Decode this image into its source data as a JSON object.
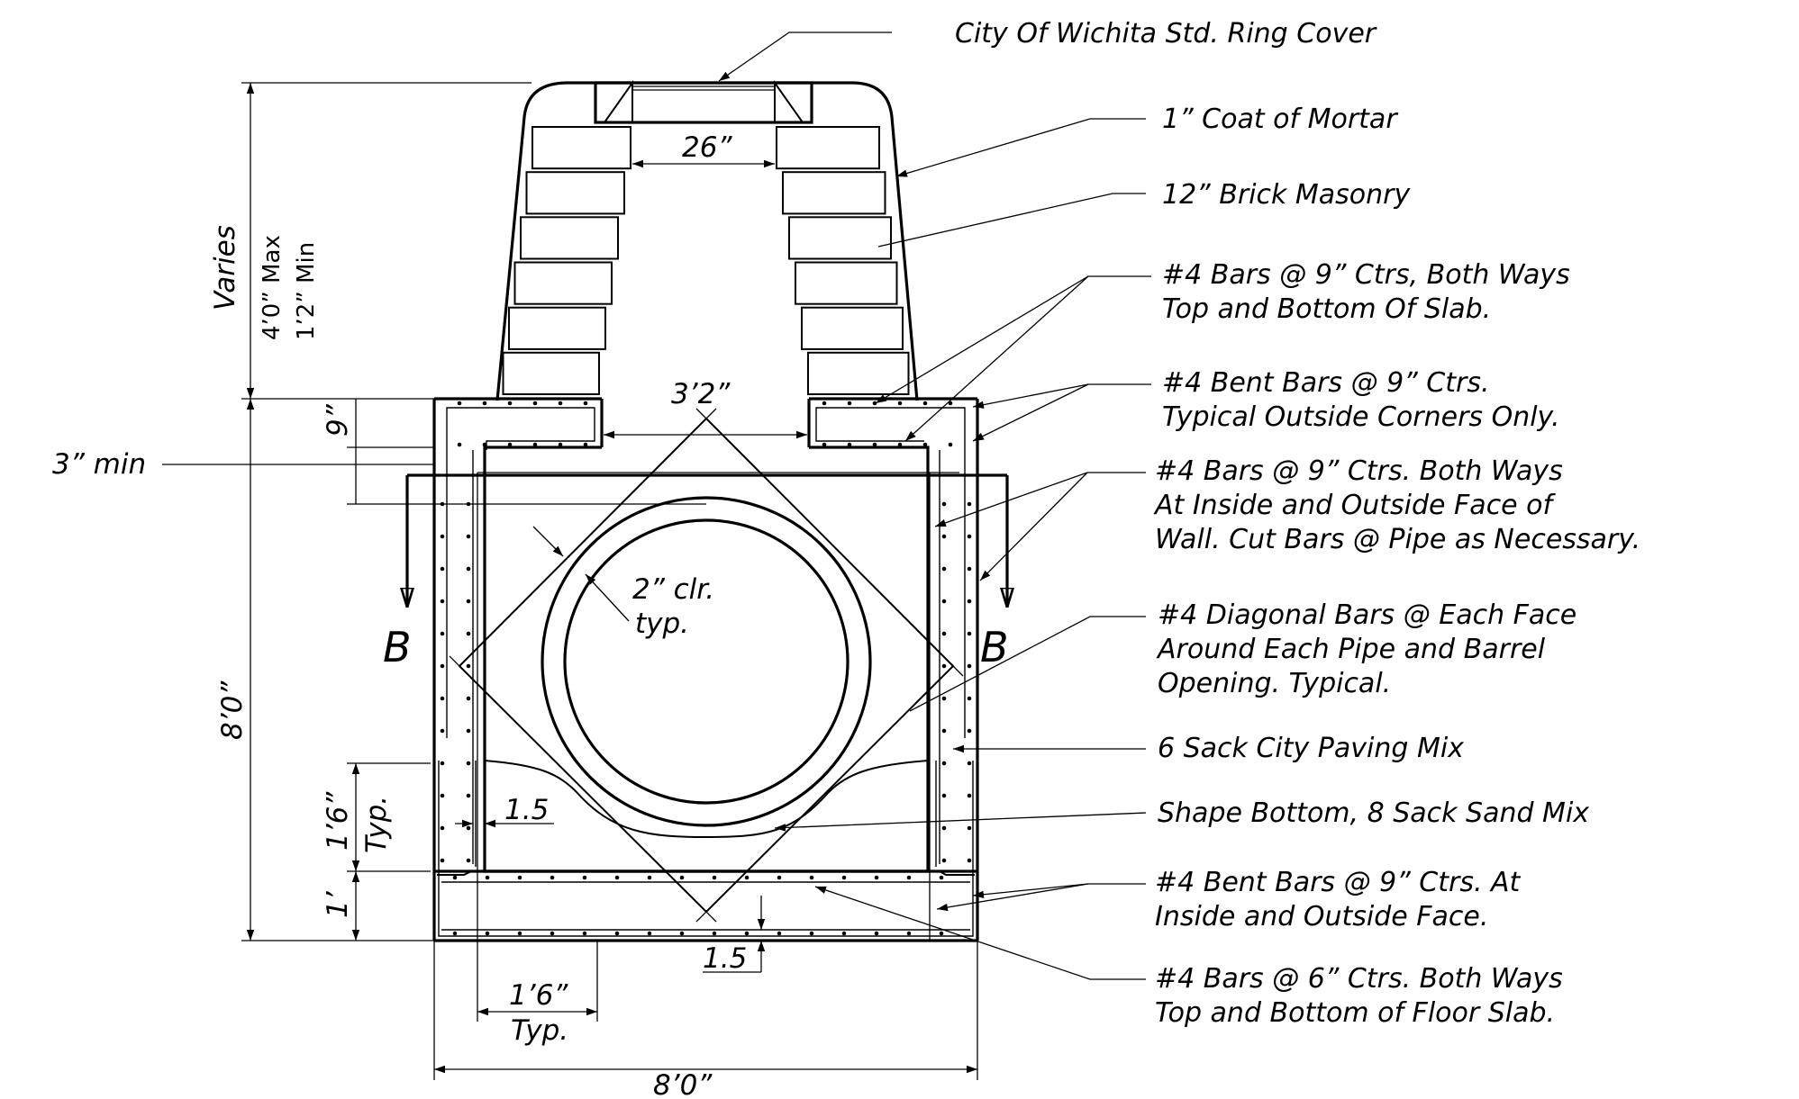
{
  "callouts": {
    "ring_cover": "City Of Wichita Std. Ring Cover",
    "mortar": "1” Coat of Mortar",
    "brick": "12” Brick Masonry",
    "top_slab_bars": [
      "#4 Bars @ 9” Ctrs, Both Ways",
      "Top and Bottom Of Slab."
    ],
    "bent_bars_corners": [
      "#4 Bent Bars @ 9” Ctrs.",
      "Typical Outside Corners Only."
    ],
    "wall_bars": [
      "#4 Bars @ 9” Ctrs.  Both Ways",
      "At Inside and Outside Face of",
      "Wall.  Cut Bars @ Pipe as Necessary."
    ],
    "diagonal_bars": [
      "#4 Diagonal Bars @ Each Face",
      "Around Each Pipe and Barrel",
      "Opening. Typical."
    ],
    "paving_mix": "6 Sack City Paving Mix",
    "shape_bottom": "Shape Bottom, 8 Sack Sand Mix",
    "bent_bars_inside_outside": [
      "#4 Bent Bars @ 9” Ctrs.  At",
      "Inside and Outside Face."
    ],
    "floor_bars": [
      "#4 Bars @ 6” Ctrs.  Both Ways",
      "Top and Bottom of Floor Slab."
    ]
  },
  "dimensions": {
    "opening_26": "26”",
    "opening_32": "3’2”",
    "varies": "Varies",
    "max": "4’0” Max",
    "min": "1’2” Min",
    "nine": "9”",
    "three_min": "3” min",
    "eight_vert": "8’0”",
    "one_six_typ": "1’6”",
    "typ": "Typ.",
    "one": "1’",
    "one_five_a": "1.5",
    "one_five_b": "1.5",
    "one_six_bottom": "1’6”",
    "typ_bottom": "Typ.",
    "eight_horiz": "8’0”",
    "clr": "2” clr.",
    "clr_typ": "typ."
  },
  "section_marks": {
    "left": "B",
    "right": "B"
  }
}
